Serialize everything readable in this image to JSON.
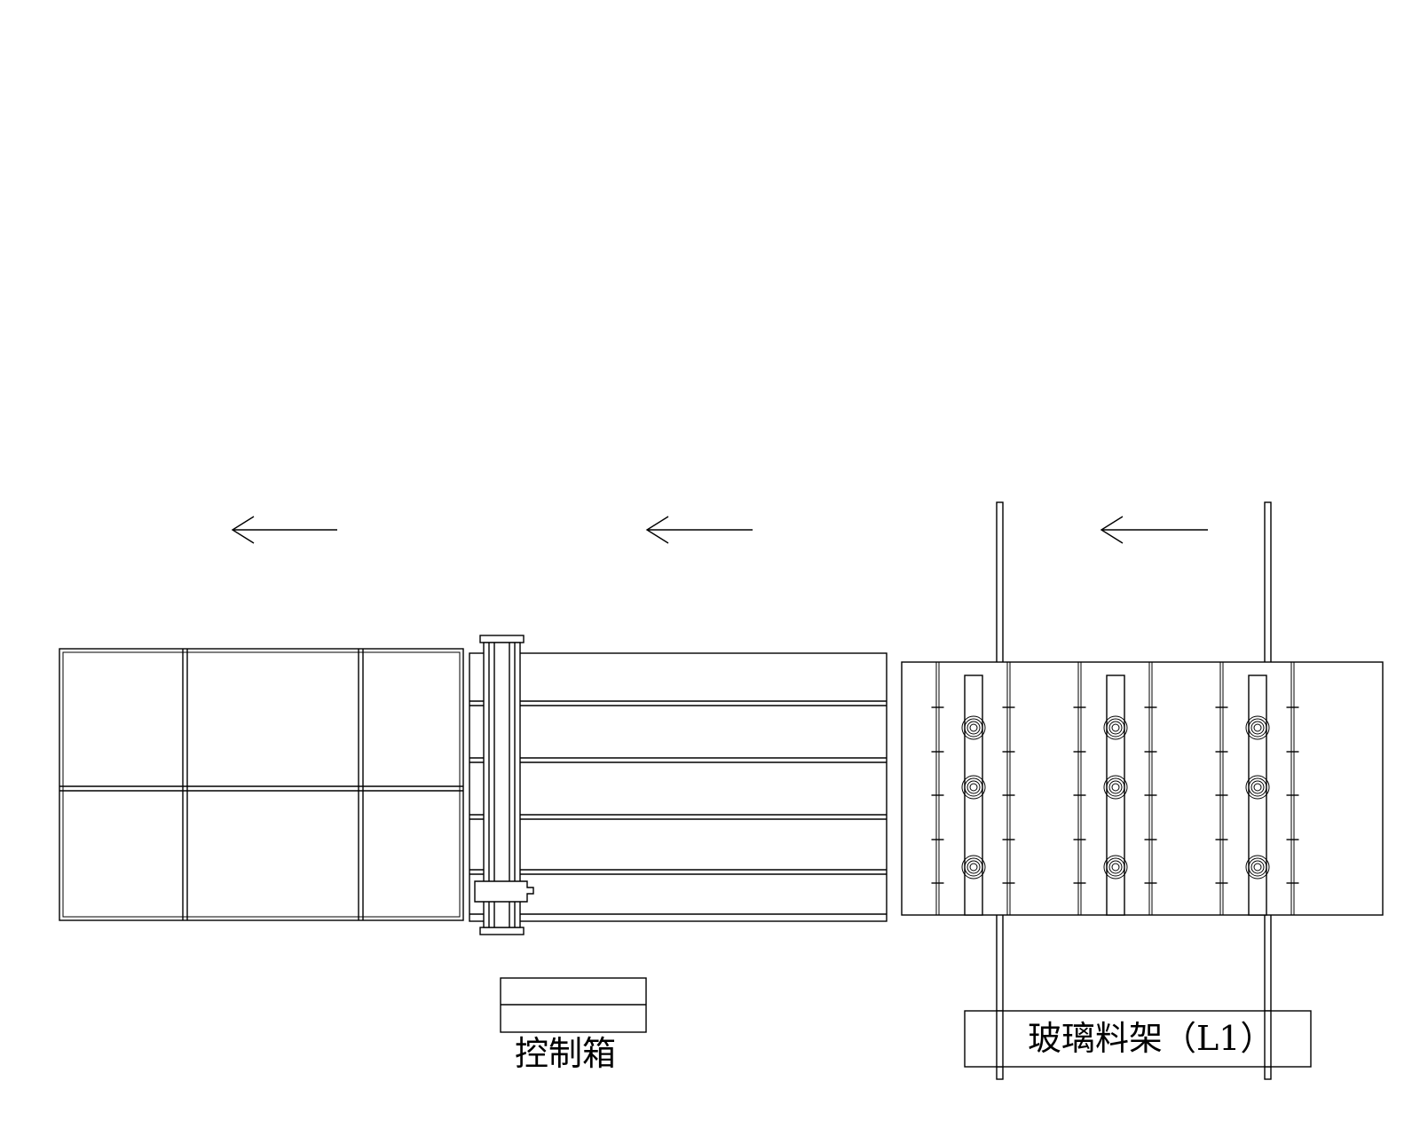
{
  "labels": {
    "control_box": "控制箱",
    "glass_rack": "玻璃料架（L1）"
  },
  "flow_direction": "left",
  "colors": {
    "line": "#000000",
    "background": "#ffffff"
  }
}
